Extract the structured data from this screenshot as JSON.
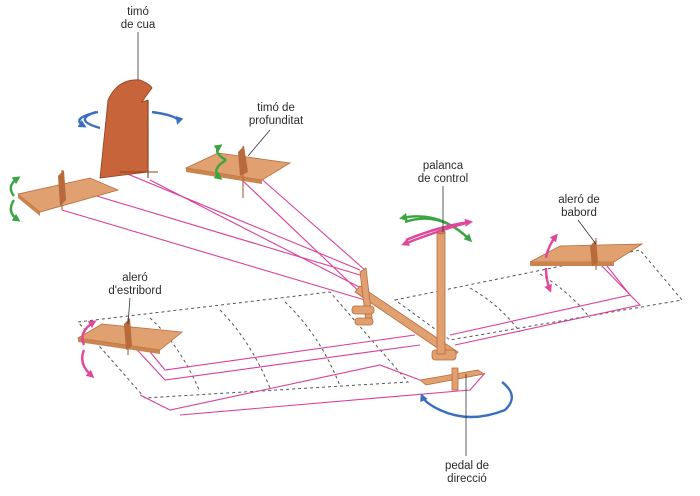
{
  "labels": {
    "rudder": "timó\nde cua",
    "elevator": "timó de\nprofunditat",
    "control_stick": "palanca\nde control",
    "left_aileron": "aleró de\nbabord",
    "right_aileron": "aleró\nd'estribord",
    "rudder_pedal": "pedal de\ndirecció"
  },
  "colors": {
    "surface": "#e0a070",
    "surface_dark": "#b86a3c",
    "rudder_fill": "#c7643a",
    "cable": "#d9409a",
    "dashed_outline": "#555555",
    "arrow_blue": "#3a6fc0",
    "arrow_green": "#3aa540",
    "arrow_pink": "#e0479a",
    "leader": "#333333"
  }
}
